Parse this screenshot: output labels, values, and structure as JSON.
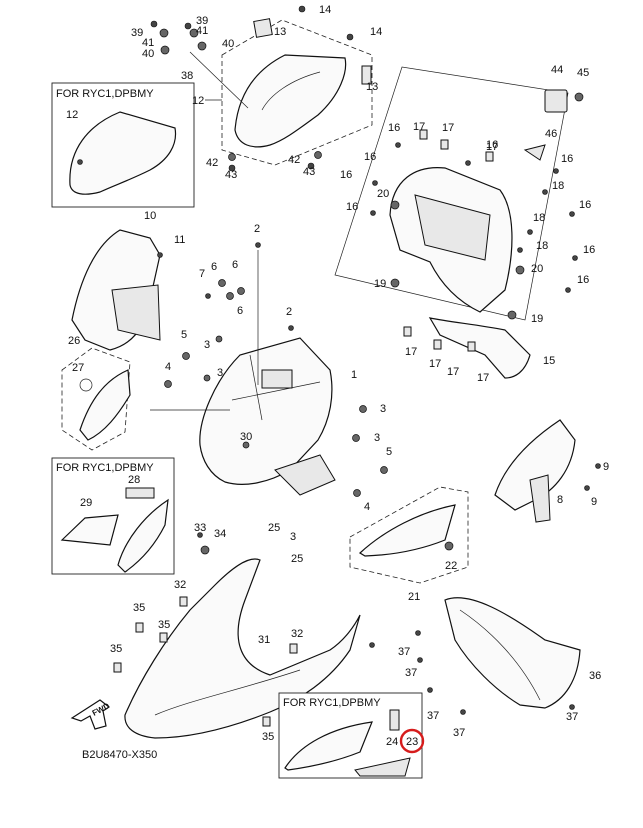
{
  "diagram": {
    "code": "B2U8470-X350",
    "fwd_label": "FWD",
    "variant_note": "FOR RYC1,DPBMY",
    "highlighted_part": "23",
    "highlight_color": "#d61c1c",
    "parts": [
      "1",
      "2",
      "3",
      "4",
      "5",
      "6",
      "7",
      "8",
      "9",
      "10",
      "11",
      "12",
      "13",
      "14",
      "15",
      "16",
      "17",
      "18",
      "19",
      "20",
      "21",
      "22",
      "23",
      "24",
      "25",
      "26",
      "27",
      "28",
      "29",
      "30",
      "31",
      "32",
      "33",
      "34",
      "35",
      "36",
      "37",
      "38",
      "39",
      "40",
      "41",
      "42",
      "43",
      "44",
      "45",
      "46"
    ]
  }
}
